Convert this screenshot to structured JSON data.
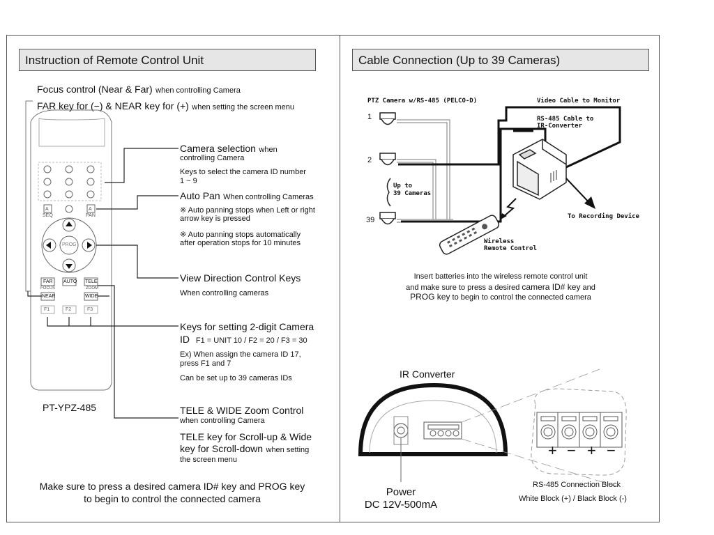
{
  "left": {
    "title": "Instruction of Remote Control Unit",
    "focus": {
      "main": "Focus control (Near & Far)",
      "note": "when controlling Camera"
    },
    "farnear": {
      "main": "FAR key for (−) & NEAR key for (+)",
      "note": "when setting the screen menu"
    },
    "camera_selection": {
      "title": "Camera selection",
      "title_note": "when",
      "title_note2": "controlling Camera",
      "desc1": "Keys to select the camera ID number",
      "desc2": "1 ~ 9"
    },
    "auto_pan": {
      "title": "Auto Pan",
      "title_note": "When controlling Cameras",
      "note1a": "※ Auto panning stops when Left or right",
      "note1b": "arrow key is pressed",
      "note2a": "※ Auto panning stops automatically",
      "note2b": "after operation stops for 10 minutes"
    },
    "view_direction": {
      "title": "View Direction Control Keys",
      "desc": "When controlling cameras"
    },
    "keys_2digit": {
      "title": "Keys for setting 2-digit Camera",
      "title2": "ID",
      "title2_note": "F1 = UNIT 10 / F2 = 20 / F3 = 30",
      "ex1": "Ex) When assign the camera ID 17,",
      "ex2": "press F1 and 7",
      "limit": "Can be set up to 39 cameras IDs"
    },
    "tele_wide": {
      "title": "TELE & WIDE Zoom Control",
      "note": "when controlling Camera"
    },
    "scroll": {
      "line1": "TELE key for Scroll-up & Wide",
      "line2": "key for Scroll-down",
      "line2_note": "when setting",
      "line3": "the screen menu"
    },
    "model": "PT-YPZ-485",
    "bottom": {
      "l1a": "Make sure to press a desired ",
      "l1b": "camera ID# key",
      "l1c": " and ",
      "l1d": "PROG key",
      "l2": "to begin to control the connected camera"
    },
    "remote": {
      "seq": "SEQ",
      "pan": "PAN",
      "a": "A",
      "prog": "PROG",
      "far": "FAR",
      "auto": "AUTO",
      "tele": "TELE",
      "near": "NEAR",
      "wide": "WIDE",
      "focus": "FOCUS",
      "zoom": "ZOOM",
      "f1": "F1",
      "f2": "F2",
      "f3": "F3"
    }
  },
  "right": {
    "title": "Cable Connection (Up to 39 Cameras)",
    "diagram": {
      "ptz": "PTZ  Camera w/RS-485 (PELCO-D)",
      "video": "Video Cable to Monitor",
      "rs485a": "RS-485 Cable to",
      "rs485b": "IR-Converter",
      "cam1": "1",
      "cam2": "2",
      "cam39": "39",
      "up_to": "Up to",
      "cams39": "39 Cameras",
      "recording": "To Recording Device",
      "wireless": "Wireless",
      "remote": "Remote Control"
    },
    "insert": {
      "l1": "Insert batteries into the wireless remote control unit",
      "l2a": "and make sure to press a desired ",
      "l2b": "camera ID# key",
      "l2c": " and",
      "l3a": "PROG key",
      "l3b": " to begin to control the connected camera"
    },
    "ir": {
      "title": "IR Converter",
      "power": "Power",
      "dc": "DC 12V-500mA",
      "rs485": "RS-485 Connection Block",
      "whiteblack": "White Block (+) / Black Block (-)",
      "signs": [
        "+",
        "−",
        "+",
        "−"
      ]
    }
  }
}
